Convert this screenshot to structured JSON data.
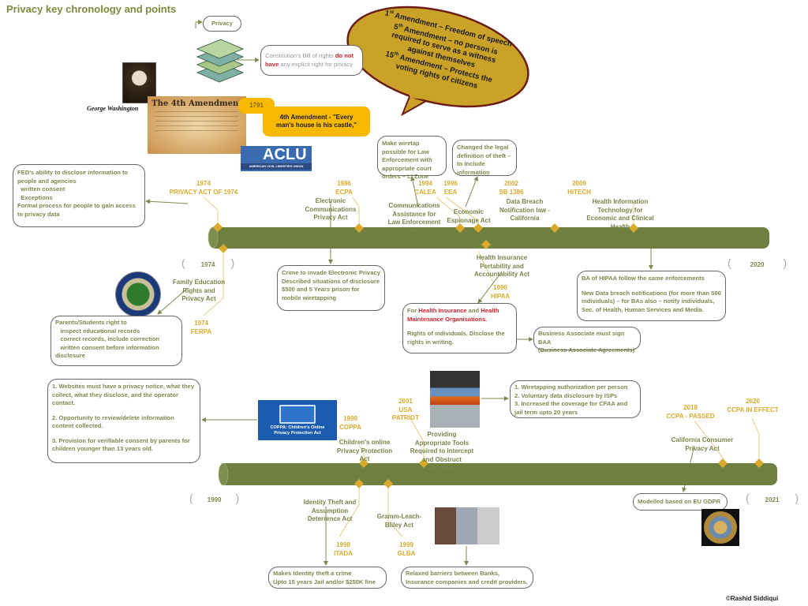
{
  "title": "Privacy key chronology and points",
  "privacy_label": "Privacy",
  "bill_of_rights": {
    "before": "Constitution's Bill of rights ",
    "red": "do not have",
    "after": " any explicit right for privacy"
  },
  "bubble": [
    {
      "num": "1",
      "sup": "st",
      "text": " Amendment – Freedom of speech"
    },
    {
      "num": "5",
      "sup": "th",
      "text": " Amendment – no person is required to serve as a witness against themselves"
    },
    {
      "num": "15",
      "sup": "th",
      "text": " Amendment – Protects the voting rights of citizens"
    }
  ],
  "washington_caption": "George Washington",
  "parchment_title": "The 4th Amendment",
  "year_1791": "1791",
  "fourth_amendment": "4th Amendment - \"Every man's house is his castle,\"",
  "aclu": {
    "logo": "ACLU",
    "subtitle": "AMERICAN CIVIL LIBERTIES UNION"
  },
  "timeline1": {
    "start": "1974",
    "end": "2020",
    "events": {
      "privacy_act": {
        "year": "1974",
        "code": "PRIVACY ACT OF 1974"
      },
      "ecpa": {
        "year": "1986",
        "code": "ECPA",
        "name": "Electronic Communications Privacy Act"
      },
      "calea": {
        "year": "1994",
        "code": "CALEA",
        "name": "Communications Assistance for Law Enforcement Act"
      },
      "eea": {
        "year": "1996",
        "code": "EEA",
        "name": "Economic Espionage Act"
      },
      "sb1386": {
        "year": "2002",
        "code": "SB 1386",
        "name": "Data Breach Notification law - California"
      },
      "hitech": {
        "year": "2009",
        "code": "HITECH",
        "name": "Health Information Technology for Economic and Clinical Health"
      },
      "ferpa": {
        "year": "1974",
        "code": "FERPA",
        "name": "Family Education Rights and Privacy Act"
      },
      "hipaa": {
        "year": "1996",
        "code": "HIPAA",
        "name": "Health Insurance Portability and Accountability Act"
      }
    }
  },
  "boxes": {
    "fed": [
      "FED's ability to disclose information to people and agencies",
      "  written consent",
      "  Exceptions",
      "Formal process for people to gain access to privacy data"
    ],
    "wiretap": [
      "Make wiretap possible for Law Enforcement with appropriate court orders – LI Zone"
    ],
    "theft": [
      "Changed the legal definition of theft – to include information"
    ],
    "ecpa": [
      "Crime to invade Electronic Privacy",
      "Described situations of disclosure",
      "$500 and 5 Years prison for mobile wiretapping"
    ],
    "ferpa": [
      "Parents/Students right to",
      "   inspect educational records",
      "   correct records, include correction",
      "   written consent before information disclosure"
    ],
    "hipaa": {
      "for": "For ",
      "hi": "Health Insurance",
      "and": " and ",
      "hmo": "Health Maintenance Organisations",
      "dot": ".",
      "rights": "Rights of individuals. Disclose the rights in writing."
    },
    "baa": [
      "Business Associate must sign BAA",
      "(Business Associate Agreements)"
    ],
    "hitech": [
      "BA of HIPAA follow the same enforcements",
      "New Data breach notifications (for more than 500 individuals) – for BAs also – notify individuals, Sec. of Health, Human Services and Media."
    ],
    "coppa": [
      "1. Websites must have a privacy notice, what they collect, what they disclose, and the operator contact.",
      "2. Opportunity to review/delete information content collected.",
      "3. Provision for verifiable consent by parents for children younger than 13 years old."
    ],
    "patriot": [
      "1. Wiretapping authorization per person",
      "2. Voluntary data disclosure by ISPs",
      "3. Increased the coverage for CFAA and jail term upto 20 years"
    ],
    "gdpr": [
      "Modelled based on EU GDPR"
    ],
    "itada": [
      "Makes Identity theft a crime",
      "Upto 15 years Jail and/or $250K fine"
    ],
    "glba": [
      "Relaxed barriers between Banks, Insurance companies and credit providers."
    ]
  },
  "coppa_image_caption": "COPPA: Children's Online Privacy Protection Act",
  "timeline2": {
    "start": "1990",
    "end": "2021",
    "events": {
      "coppa": {
        "year": "1998",
        "code": "COPPA",
        "name": "Children's online Privacy Protection Act"
      },
      "patriot": {
        "year": "2001",
        "code": "USA PATRIOT",
        "name": "Providing Appropriate Tools Required to Intercept and Obstruct Terrorism"
      },
      "ccpa_passed": {
        "year": "2018",
        "code": "CCPA - PASSED",
        "name": "California Consumer Privacy Act"
      },
      "ccpa_effect": {
        "year": "2020",
        "code": "CCPA IN EFFECT"
      },
      "itada": {
        "year": "1998",
        "code": "ITADA",
        "name": "Identity Theft and Assumption Deterrence Act"
      },
      "glba": {
        "year": "1999",
        "code": "GLBA",
        "name": "Gramm-Leach-Bliley Act"
      }
    }
  },
  "copyright": "©Rashid Siddiqui",
  "colors": {
    "bar": "#6f7f3f",
    "diamond": "#d9aa2c",
    "gold": "#d9aa2c",
    "bubble": "#c9a227",
    "bubble_border": "#6b1c14",
    "tag": "#f6b900"
  }
}
